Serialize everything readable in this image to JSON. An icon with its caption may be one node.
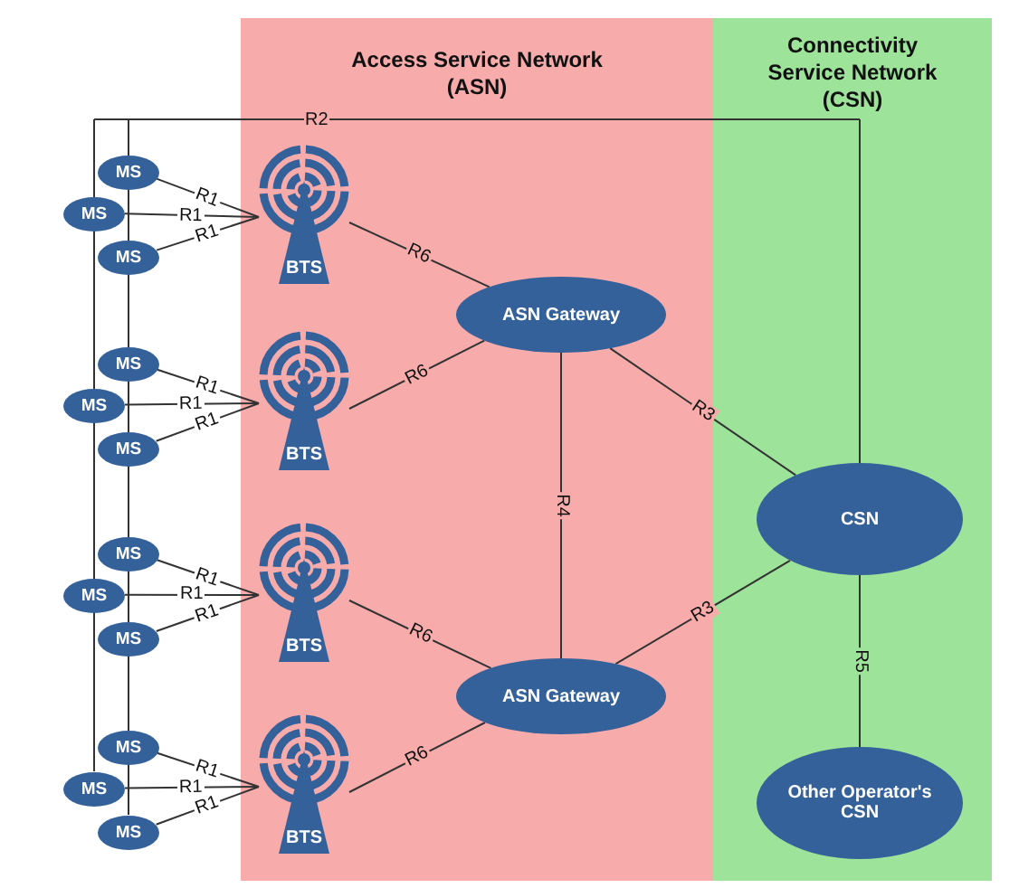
{
  "diagram": {
    "nodes": [
      {
        "text": [
          "Access Service Network (ASN)"
        ]
      },
      {
        "text": [
          "Connectivity Service Network (CSN)"
        ]
      },
      {
        "text": [
          "MS"
        ]
      },
      {
        "text": [
          "MS"
        ]
      },
      {
        "text": [
          "MS"
        ]
      },
      {
        "text": [
          "MS"
        ]
      },
      {
        "text": [
          "MS"
        ]
      },
      {
        "text": [
          "MS"
        ]
      },
      {
        "text": [
          "MS"
        ]
      },
      {
        "text": [
          "MS"
        ]
      },
      {
        "text": [
          "MS"
        ]
      },
      {
        "text": [
          "MS"
        ]
      },
      {
        "text": [
          "MS"
        ]
      },
      {
        "text": [
          "MS"
        ]
      },
      {
        "text": [
          "BTS"
        ],
        "in": 0
      },
      {
        "text": [
          "BTS"
        ],
        "in": 0
      },
      {
        "text": [
          "BTS"
        ],
        "in": 0
      },
      {
        "text": [
          "BTS"
        ],
        "in": 0
      },
      {
        "text": [
          "ASN Gateway"
        ],
        "in": 0
      },
      {
        "text": [
          "ASN Gateway"
        ],
        "in": 0
      },
      {
        "text": [
          "CSN"
        ],
        "in": 1
      },
      {
        "text": [
          "Other Operator's CSN"
        ],
        "in": 1
      }
    ],
    "edges": [
      {
        "from": 2,
        "to": 14,
        "label": "R1",
        "arrow": "none"
      },
      {
        "from": 3,
        "to": 14,
        "label": "R1",
        "arrow": "none"
      },
      {
        "from": 4,
        "to": 14,
        "label": "R1",
        "arrow": "none"
      },
      {
        "from": 5,
        "to": 15,
        "label": "R1",
        "arrow": "none"
      },
      {
        "from": 6,
        "to": 15,
        "label": "R1",
        "arrow": "none"
      },
      {
        "from": 7,
        "to": 15,
        "label": "R1",
        "arrow": "none"
      },
      {
        "from": 8,
        "to": 16,
        "label": "R1",
        "arrow": "none"
      },
      {
        "from": 9,
        "to": 16,
        "label": "R1",
        "arrow": "none"
      },
      {
        "from": 10,
        "to": 16,
        "label": "R1",
        "arrow": "none"
      },
      {
        "from": 11,
        "to": 17,
        "label": "R1",
        "arrow": "none"
      },
      {
        "from": 12,
        "to": 17,
        "label": "R1",
        "arrow": "none"
      },
      {
        "from": 13,
        "to": 17,
        "label": "R1",
        "arrow": "none"
      },
      {
        "from": 14,
        "to": 18,
        "label": "R6",
        "arrow": "none"
      },
      {
        "from": 15,
        "to": 18,
        "label": "R6",
        "arrow": "none"
      },
      {
        "from": 16,
        "to": 19,
        "label": "R6",
        "arrow": "none"
      },
      {
        "from": 17,
        "to": 19,
        "label": "R6",
        "arrow": "none"
      },
      {
        "from": 18,
        "to": 20,
        "label": "R3",
        "arrow": "none"
      },
      {
        "from": 18,
        "to": 19,
        "label": "R4",
        "arrow": "none"
      },
      {
        "from": 19,
        "to": 20,
        "label": "R3",
        "arrow": "none"
      },
      {
        "from": 20,
        "to": 21,
        "label": "R5",
        "arrow": "none"
      },
      {
        "from": 2,
        "to": 20,
        "label": "R2",
        "arrow": "none"
      },
      {
        "from": 3,
        "to": 20,
        "arrow": "none"
      },
      {
        "from": 4,
        "to": 20,
        "arrow": "none"
      },
      {
        "from": 5,
        "to": 20,
        "arrow": "none"
      },
      {
        "from": 6,
        "to": 20,
        "arrow": "none"
      },
      {
        "from": 7,
        "to": 20,
        "arrow": "none"
      },
      {
        "from": 8,
        "to": 20,
        "arrow": "none"
      },
      {
        "from": 9,
        "to": 20,
        "arrow": "none"
      },
      {
        "from": 10,
        "to": 20,
        "arrow": "none"
      },
      {
        "from": 11,
        "to": 20,
        "arrow": "none"
      },
      {
        "from": 12,
        "to": 20,
        "arrow": "none"
      },
      {
        "from": 13,
        "to": 20,
        "arrow": "none"
      }
    ]
  }
}
